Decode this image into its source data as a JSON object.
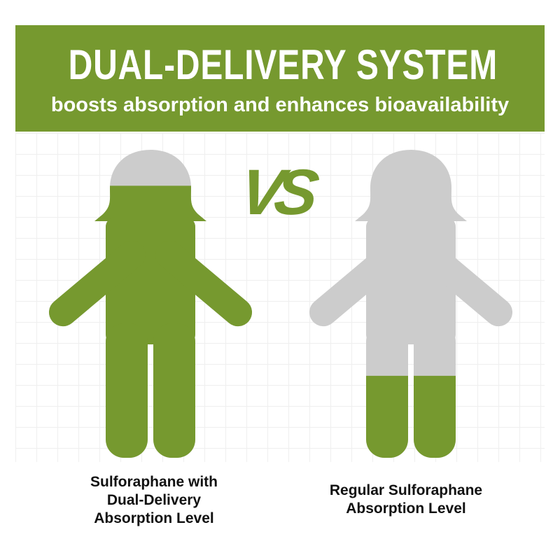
{
  "colors": {
    "accent": "#76992f",
    "empty": "#cccccc",
    "text": "#111111"
  },
  "banner": {
    "title": "DUAL-DELIVERY SYSTEM",
    "subtitle": "boosts absorption and enhances bioavailability"
  },
  "vs": {
    "label": "VS"
  },
  "figures": [
    {
      "caption_lines": [
        "Sulforaphane with",
        "Dual-Delivery",
        "Absorption Level"
      ],
      "fill_fraction": 0.88
    },
    {
      "caption_lines": [
        "Regular Sulforaphane",
        "Absorption Level"
      ],
      "fill_fraction": 0.27
    }
  ]
}
